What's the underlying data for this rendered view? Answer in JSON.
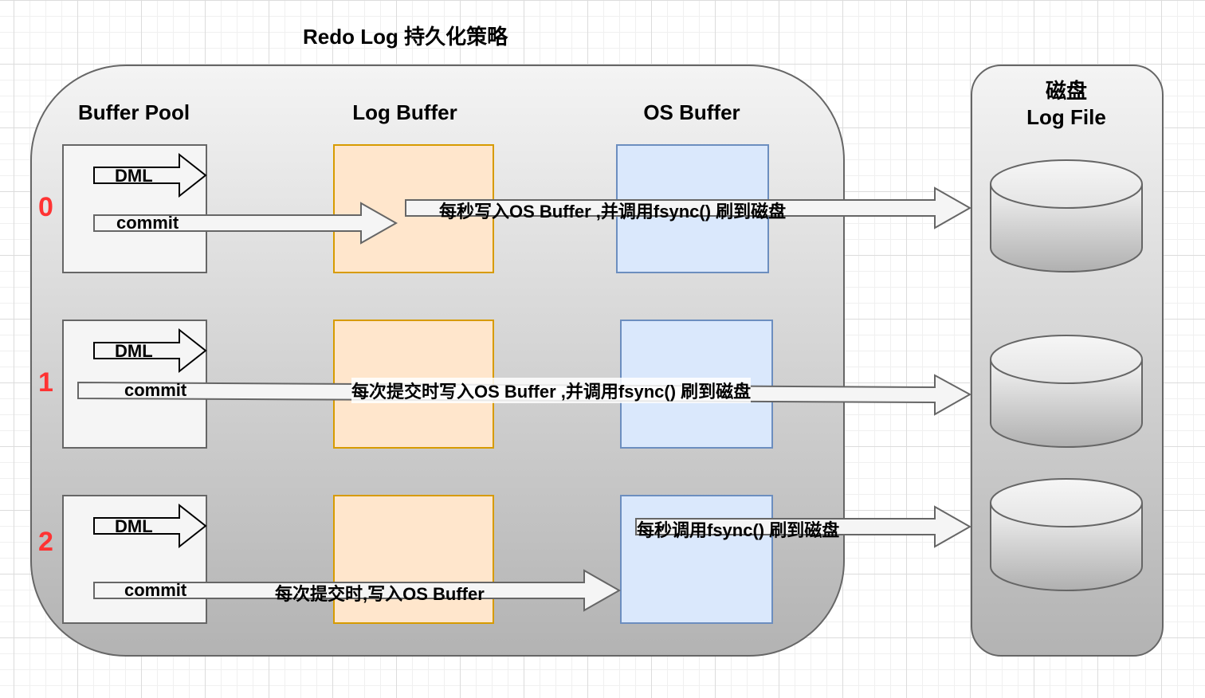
{
  "title": "Redo Log 持久化策略",
  "columns": {
    "buffer_pool": "Buffer Pool",
    "log_buffer": "Log Buffer",
    "os_buffer": "OS Buffer"
  },
  "disk": {
    "title_line1": "磁盘",
    "title_line2": "Log File"
  },
  "rows": [
    {
      "id": "0",
      "dml_label": "DML",
      "commit_label": "commit",
      "flush_label": "每秒写入OS Buffer ,并调用fsync() 刷到磁盘"
    },
    {
      "id": "1",
      "dml_label": "DML",
      "commit_label": "commit",
      "flush_label": "每次提交时写入OS Buffer ,并调用fsync() 刷到磁盘"
    },
    {
      "id": "2",
      "dml_label": "DML",
      "commit_label": "commit",
      "write_label": "每次提交时,写入OS Buffer",
      "flush_label": "每秒调用fsync() 刷到磁盘"
    }
  ],
  "colors": {
    "row_number": "#ff3333",
    "log_buffer_fill": "#ffe6cc",
    "log_buffer_stroke": "#d79b00",
    "os_buffer_fill": "#dae8fc",
    "os_buffer_stroke": "#6c8ebf"
  }
}
